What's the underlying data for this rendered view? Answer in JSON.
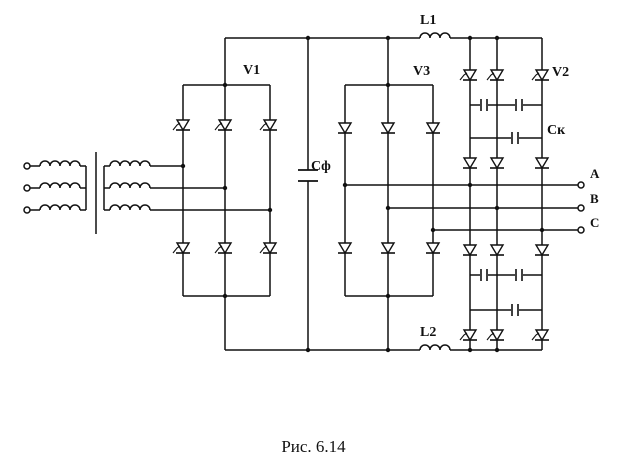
{
  "labels": {
    "l1": "L1",
    "l2": "L2",
    "v1": "V1",
    "v2": "V2",
    "v3": "V3",
    "cf": "Cф",
    "ck": "Cк"
  },
  "terminals": {
    "a": "A",
    "b": "B",
    "c": "C"
  },
  "caption": "Рис. 6.14"
}
